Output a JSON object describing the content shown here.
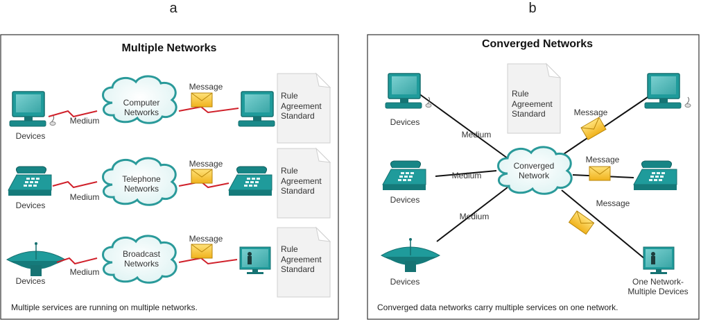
{
  "panels": {
    "a": {
      "letter": "a",
      "title": "Multiple Networks",
      "caption": "Multiple services are running on multiple networks.",
      "rows": [
        {
          "devices": "Devices",
          "medium": "Medium",
          "cloud_line1": "Computer",
          "cloud_line2": "Networks",
          "message": "Message",
          "doc": [
            "Rule",
            "Agreement",
            "Standard"
          ]
        },
        {
          "devices": "Devices",
          "medium": "Medium",
          "cloud_line1": "Telephone",
          "cloud_line2": "Networks",
          "message": "Message",
          "doc": [
            "Rule",
            "Agreement",
            "Standard"
          ]
        },
        {
          "devices": "Devices",
          "medium": "Medium",
          "cloud_line1": "Broadcast",
          "cloud_line2": "Networks",
          "message": "Message",
          "doc": [
            "Rule",
            "Agreement",
            "Standard"
          ]
        }
      ]
    },
    "b": {
      "letter": "b",
      "title": "Converged Networks",
      "caption": "Converged data networks carry multiple services on one network.",
      "cloud_line1": "Converged",
      "cloud_line2": "Network",
      "doc": [
        "Rule",
        "Agreement",
        "Standard"
      ],
      "devices": [
        "Devices",
        "Devices",
        "Devices"
      ],
      "mediums": [
        "Medium",
        "Medium",
        "Medium"
      ],
      "messages": [
        "Message",
        "Message",
        "Message"
      ],
      "one_network_line1": "One Network-",
      "one_network_line2": "Multiple Devices"
    }
  },
  "colors": {
    "teal": "#1f9b9b",
    "teal_dark": "#167373",
    "cloud_stroke": "#2a9a9a",
    "zigzag": "#d0202a",
    "envelope": "#f5c431",
    "doc_fill": "#f2f2f2"
  }
}
